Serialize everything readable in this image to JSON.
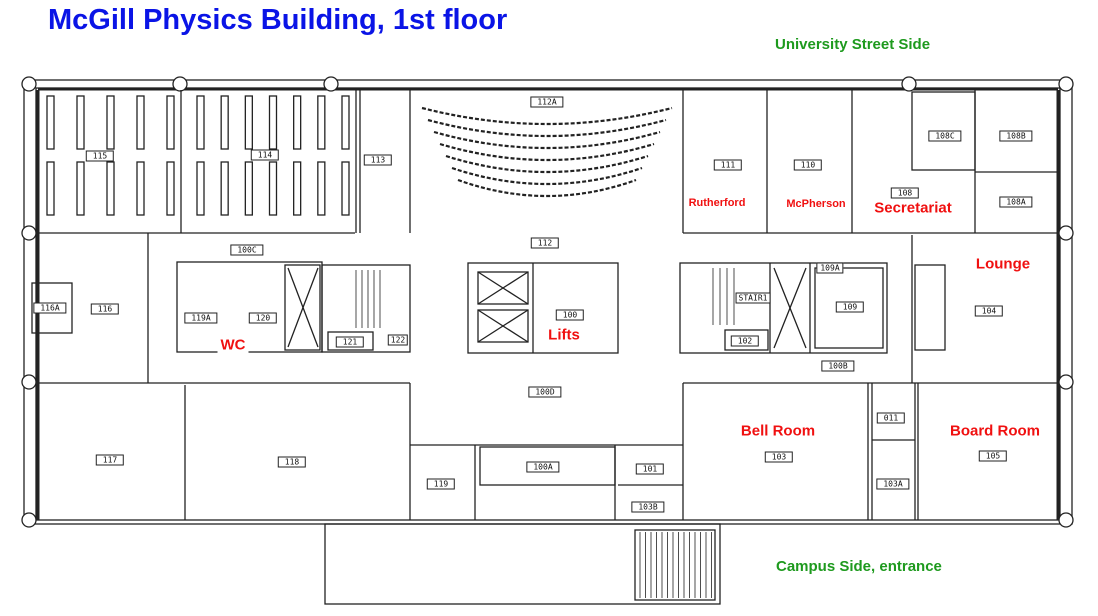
{
  "title": "McGill Physics Building, 1st floor",
  "sides": {
    "north": "University Street Side",
    "south": "Campus Side, entrance"
  },
  "colors": {
    "title": "#0a14e6",
    "side": "#1e9a1e",
    "highlight": "#f01010",
    "wall": "#222222"
  },
  "rooms": {
    "r115": "115",
    "r114": "114",
    "r113": "113",
    "r112A": "112A",
    "r112": "112",
    "r111": "111",
    "r110": "110",
    "r108": "108",
    "r108C": "108C",
    "r108B": "108B",
    "r108A": "108A",
    "r116": "116",
    "r116A": "116A",
    "r100C": "100C",
    "r119A": "119A",
    "r120": "120",
    "r121": "121",
    "r122": "122",
    "r100": "100",
    "r102": "102",
    "stair1": "STAIR1",
    "r109A": "109A",
    "r109": "109",
    "r104": "104",
    "r100B": "100B",
    "r100D": "100D",
    "r117": "117",
    "r118": "118",
    "r119": "119",
    "r100A": "100A",
    "r101": "101",
    "r103B": "103B",
    "r103": "103",
    "r011": "011",
    "r103A": "103A",
    "r105": "105"
  },
  "named_rooms": {
    "wc": "WC",
    "lifts": "Lifts",
    "rutherford": "Rutherford",
    "mcpherson": "McPherson",
    "secretariat": "Secretariat",
    "lounge": "Lounge",
    "bell": "Bell Room",
    "board": "Board Room"
  }
}
